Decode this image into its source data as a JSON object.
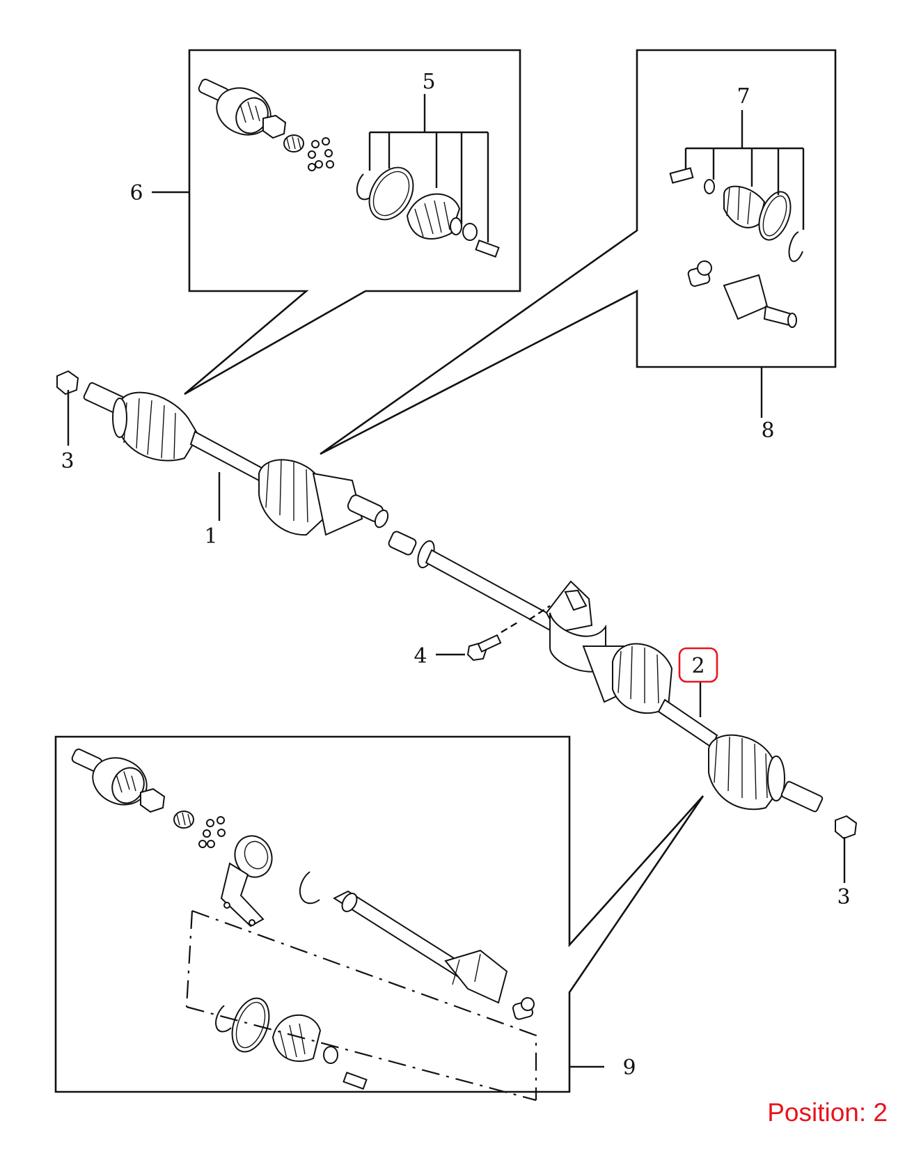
{
  "callouts": {
    "c1": "1",
    "c2": "2",
    "c3_left": "3",
    "c3_right": "3",
    "c4": "4",
    "c5": "5",
    "c6": "6",
    "c7": "7",
    "c8": "8",
    "c9": "9"
  },
  "position_label": "Position: 2",
  "colors": {
    "highlight": "#e8141c",
    "line": "#111111"
  }
}
